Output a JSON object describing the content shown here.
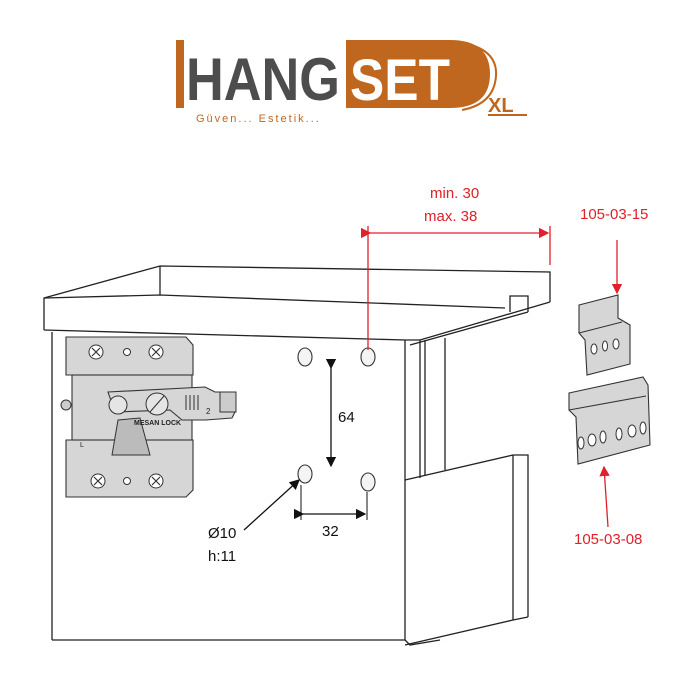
{
  "logo": {
    "brand_left": "HANG",
    "brand_right": "SET",
    "suffix": "XL",
    "tagline": "Güven...  Estetik...",
    "colors": {
      "orange": "#c0671f",
      "gray": "#4d4d4d"
    }
  },
  "dimensions": {
    "offset_min": "min. 30",
    "offset_max": "max. 38",
    "vertical": "64",
    "horizontal": "32",
    "hole_diameter": "Ø10",
    "hole_depth": "h:11"
  },
  "mechanism": {
    "brand_label": "MESAN LOCK",
    "side_label": "L",
    "position_number": "2"
  },
  "parts": [
    {
      "code": "105-03-15"
    },
    {
      "code": "105-03-08"
    }
  ],
  "colors": {
    "annotation": "#e0202a"
  }
}
